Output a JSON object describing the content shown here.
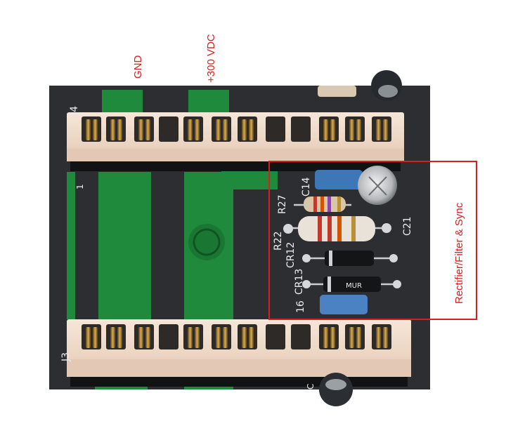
{
  "annotations": {
    "gnd": "GND",
    "vdc": "+300 VDC",
    "section": "Rectifier/Filter & Sync"
  },
  "board": {
    "connector_top": "J4",
    "connector_bottom": "J3",
    "pin_marker_top": "1",
    "refs": {
      "c14": "C14",
      "r27": "R27",
      "r22": "R22",
      "c21": "C21",
      "cr12": "CR12",
      "cr13": "CR13",
      "r16": "16",
      "diode_mark": "MUR",
      "cap_mark": "C"
    }
  },
  "colors": {
    "annotation": "#d42020",
    "board": "#2a2c2e",
    "trace": "#1f8a3c",
    "connector": "#f1dccb",
    "pin": "#b8903a"
  }
}
